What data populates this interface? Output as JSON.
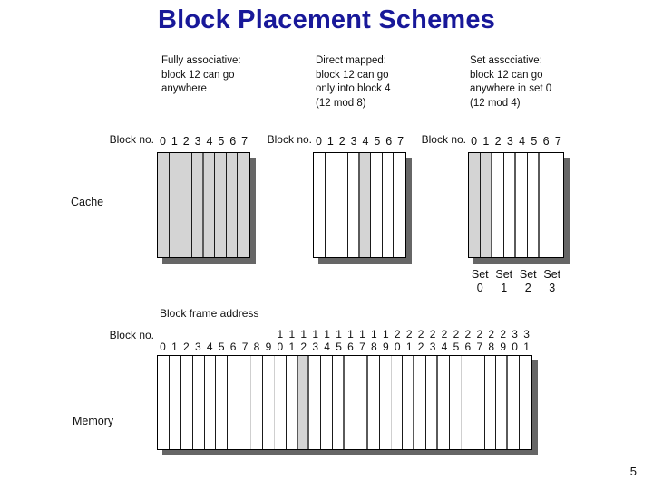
{
  "slide": {
    "title": "Block Placement Schemes",
    "title_color": "#181899",
    "background": "#ffffff",
    "page_number": "5"
  },
  "labels": {
    "cache": "Cache",
    "memory": "Memory",
    "block_frame_address": "Block frame address",
    "block_no": "Block\nno."
  },
  "schemes": [
    {
      "caption": "Fully associative:\nblock 12 can go\nanywhere",
      "block_numbers": [
        "0",
        "1",
        "2",
        "3",
        "4",
        "5",
        "6",
        "7"
      ],
      "shaded_blocks": [
        0,
        1,
        2,
        3,
        4,
        5,
        6,
        7
      ],
      "set_boundaries": [
        3
      ]
    },
    {
      "caption": "Direct mapped:\nblock 12 can go\nonly into block 4\n(12 mod 8)",
      "block_numbers": [
        "0",
        "1",
        "2",
        "3",
        "4",
        "5",
        "6",
        "7"
      ],
      "shaded_blocks": [
        4
      ],
      "set_boundaries": [
        3
      ]
    },
    {
      "caption": "Set asscciative:\nblock 12 can go\nanywhere in set 0\n(12 mod 4)",
      "block_numbers": [
        "0",
        "1",
        "2",
        "3",
        "4",
        "5",
        "6",
        "7"
      ],
      "shaded_blocks": [
        0,
        1
      ],
      "set_boundaries": [
        1,
        3,
        5
      ],
      "sets": [
        "Set\n0",
        "Set\n1",
        "Set\n2",
        "Set\n3"
      ]
    }
  ],
  "memory": {
    "block_numbers": [
      "0",
      "1",
      "2",
      "3",
      "4",
      "5",
      "6",
      "7",
      "8",
      "9",
      "10",
      "11",
      "12",
      "13",
      "14",
      "15",
      "16",
      "17",
      "18",
      "19",
      "20",
      "21",
      "22",
      "23",
      "24",
      "25",
      "26",
      "27",
      "28",
      "29",
      "30",
      "31"
    ],
    "shaded_blocks": [
      12
    ],
    "faint_dividers": [
      7,
      9,
      19,
      25
    ],
    "bold_dividers": [
      11,
      12,
      15,
      17,
      21,
      23,
      29
    ],
    "cell_count": 32
  },
  "colors": {
    "shaded_cell": "#d4d4d4",
    "shadow": "#666666",
    "border": "#000000",
    "text": "#101010"
  }
}
